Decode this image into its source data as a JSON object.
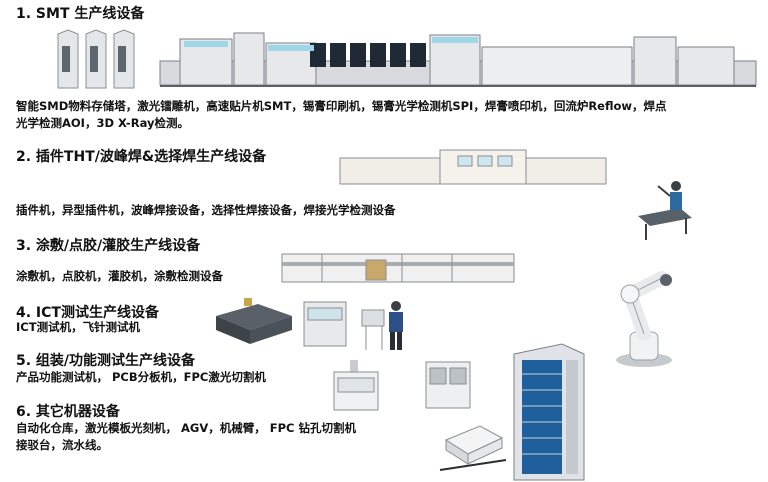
{
  "sections": [
    {
      "heading": "1.   SMT 生产线设备",
      "lines": [
        "智能SMD物料存储塔，激光镭雕机，高速贴片机SMT，锡膏印刷机，锡膏光学检测机SPI，焊膏喷印机，回流炉Reflow，焊点",
        "光学检测AOI，3D X-Ray检测。"
      ]
    },
    {
      "heading": "2. 插件THT/波峰焊&选择焊生产线设备",
      "lines": [
        "插件机，异型插件机，波峰焊接设备，选择性焊接设备，焊接光学检测设备"
      ]
    },
    {
      "heading": "3. 涂敷/点胶/灌胶生产线设备",
      "lines": [
        "涂敷机，点胶机，灌胶机，涂敷检测设备"
      ]
    },
    {
      "heading": "4. ICT测试生产线设备",
      "lines": [
        "ICT测试机，飞针测试机"
      ]
    },
    {
      "heading": "5. 组装/功能测试生产线设备",
      "lines": [
        "产品功能测试机， PCB分板机，FPC激光切割机"
      ]
    },
    {
      "heading": "6. 其它机器设备",
      "lines": [
        "自动化仓库，激光模板光刻机， AGV，机械臂， FPC 钻孔切割机",
        "接驳台，流水线。"
      ]
    }
  ],
  "illustrations": [
    {
      "name": "smd-storage-towers"
    },
    {
      "name": "smt-line"
    },
    {
      "name": "tht-wave-line"
    },
    {
      "name": "technician-at-workbench"
    },
    {
      "name": "coating-line"
    },
    {
      "name": "robot-arm"
    },
    {
      "name": "ict-tester"
    },
    {
      "name": "flying-probe-tester"
    },
    {
      "name": "operator-at-station"
    },
    {
      "name": "depaneling-machine"
    },
    {
      "name": "laser-cutter"
    },
    {
      "name": "automated-warehouse"
    },
    {
      "name": "agv-vehicle"
    }
  ]
}
